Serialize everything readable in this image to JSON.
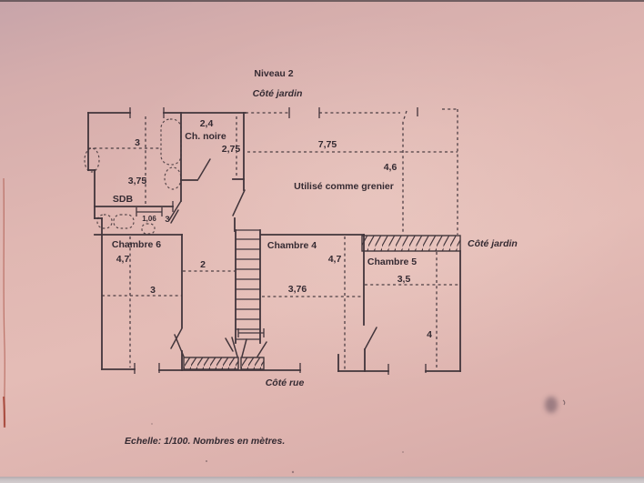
{
  "colors": {
    "ink": "#42353b",
    "text": "#362c33",
    "top-line": "#564a4e",
    "edge-strip": "#cbc4c6",
    "crease": "#a34434",
    "smudge": "#5d4a58"
  },
  "header": {
    "title": "Niveau 2"
  },
  "orientation": {
    "top": "Côté jardin",
    "right": "Côté jardin",
    "bottom": "Côté rue"
  },
  "rooms": {
    "ch_noire": {
      "name": "Ch. noire"
    },
    "grenier": {
      "name": "Utilisé comme grenier"
    },
    "sdb": {
      "name": "SDB"
    },
    "chambre6": {
      "name": "Chambre 6"
    },
    "chambre4": {
      "name": "Chambre 4"
    },
    "chambre5": {
      "name": "Chambre 5"
    }
  },
  "dimensions": {
    "ch_noire_width": "2,4",
    "ch_noire_depth": "2,75",
    "grenier_width": "7,75",
    "grenier_depth": "4,6",
    "sdb_width": "3",
    "sdb_depth": "3,75",
    "wc_width": "1,06",
    "wc_corridor": "3",
    "chambre6_name_dim_depth": "4,7",
    "chambre6_width": "3",
    "corridor_width": "2",
    "chambre4_depth": "4,7",
    "chambre4_width": "3,76",
    "chambre5_width": "3,5",
    "chambre5_depth": "4"
  },
  "footer": {
    "scale_note": "Echelle: 1/100. Nombres en mètres."
  }
}
